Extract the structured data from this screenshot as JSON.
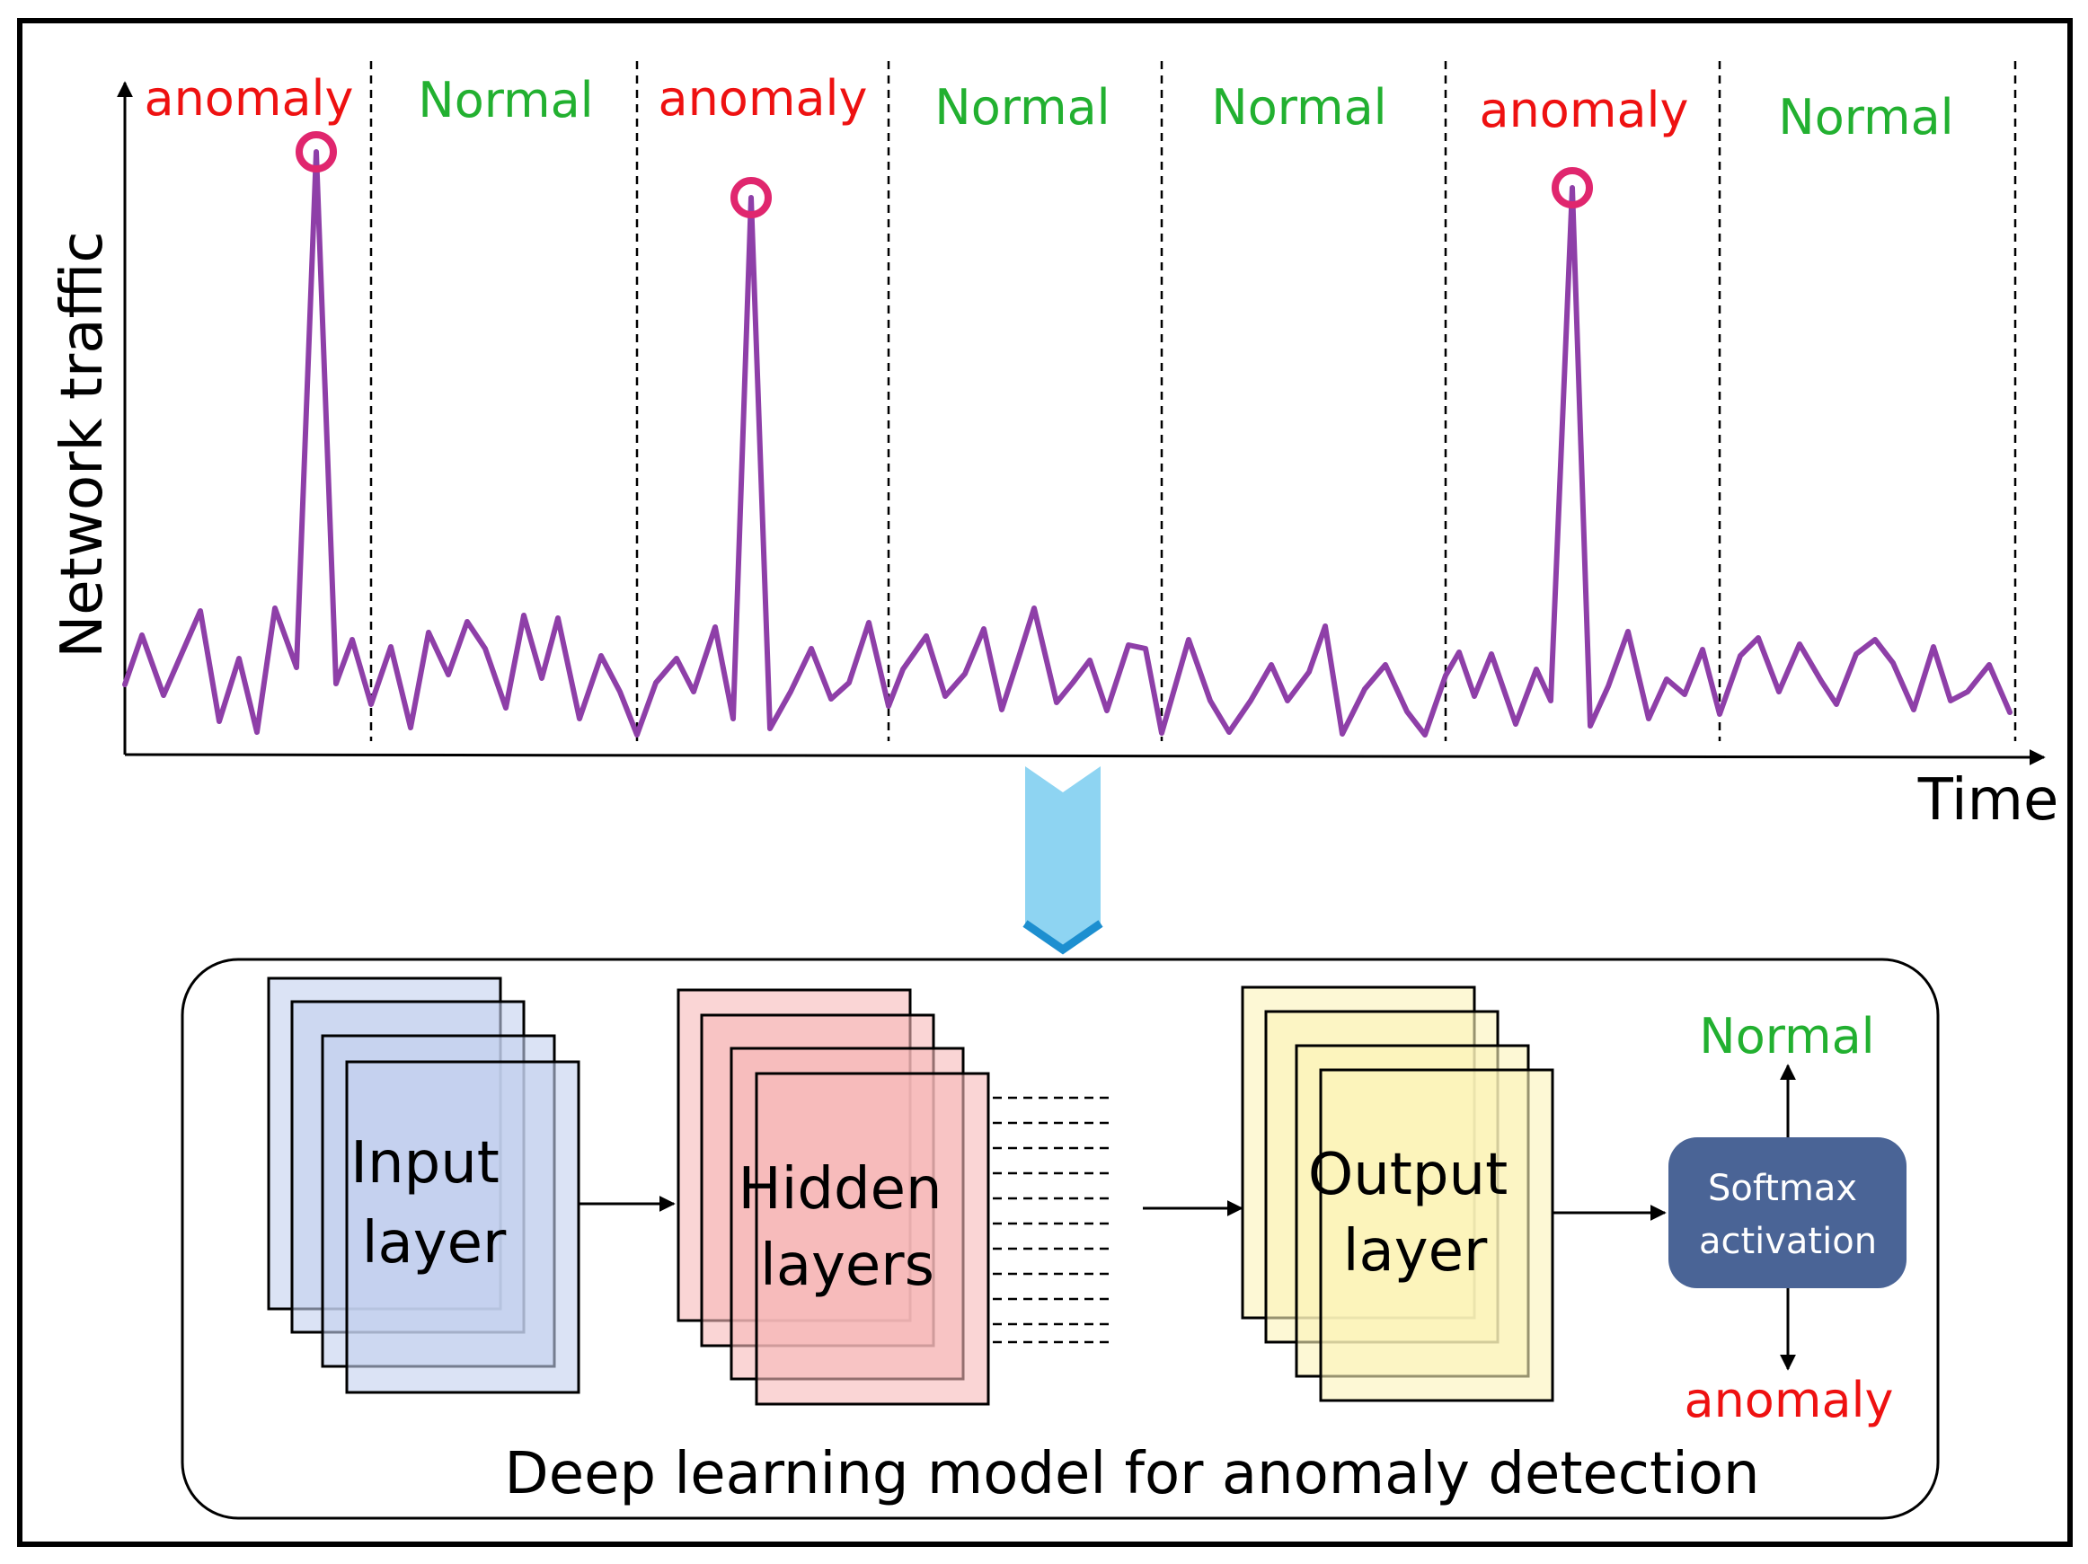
{
  "traffic_panel": {
    "y_axis_label": "Network traffic",
    "x_axis_label": "Time",
    "segments": [
      {
        "label": "anomaly",
        "status": "anomaly",
        "spike": true
      },
      {
        "label": "Normal",
        "status": "normal",
        "spike": false
      },
      {
        "label": "anomaly",
        "status": "anomaly",
        "spike": true
      },
      {
        "label": "Normal",
        "status": "normal",
        "spike": false
      },
      {
        "label": "Normal",
        "status": "normal",
        "spike": false
      },
      {
        "label": "anomaly",
        "status": "anomaly",
        "spike": true
      },
      {
        "label": "Normal",
        "status": "normal",
        "spike": false
      }
    ]
  },
  "model_panel": {
    "caption": "Deep learning model for anomaly detection",
    "input_layer": {
      "line1": "Input",
      "line2": "layer"
    },
    "hidden_layers": {
      "line1": "Hidden",
      "line2": "layers"
    },
    "output_layer": {
      "line1": "Output",
      "line2": "layer"
    },
    "softmax": {
      "line1": "Softmax",
      "line2": "activation"
    },
    "outputs": {
      "top": "Normal",
      "bottom": "anomaly"
    }
  },
  "colors": {
    "normal_label": "#22b030",
    "anomaly_label": "#ee1111",
    "traffic_line": "#8e3fa8",
    "spike_marker": "#e0266e",
    "down_arrow": "#8ed4f2",
    "down_arrow_edge": "#1d8fd0",
    "input_fill": "#c3d1ef",
    "hidden_fill": "#f7b9b9",
    "output_fill": "#fbf3b9",
    "softmax_fill": "#4a6496",
    "softmax_text": "#ffffff"
  },
  "icons": {
    "transition_arrow": "chevron-down-icon",
    "axis_arrow": "arrow-head-icon"
  }
}
